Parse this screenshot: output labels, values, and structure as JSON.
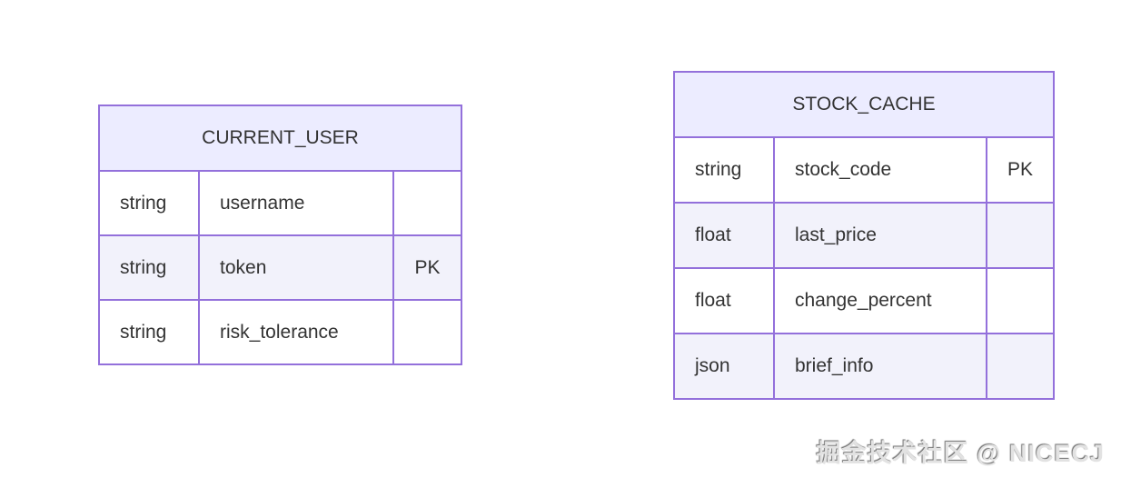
{
  "diagram": {
    "type": "entity-relationship",
    "colors": {
      "border": "#9370DB",
      "header_bg": "#ECECFF",
      "row_odd_bg": "#ffffff",
      "row_even_bg": "#f2f2fb",
      "text": "#333333"
    },
    "entities": [
      {
        "name": "CURRENT_USER",
        "attributes": [
          {
            "type": "string",
            "name": "username",
            "key": ""
          },
          {
            "type": "string",
            "name": "token",
            "key": "PK"
          },
          {
            "type": "string",
            "name": "risk_tolerance",
            "key": ""
          }
        ]
      },
      {
        "name": "STOCK_CACHE",
        "attributes": [
          {
            "type": "string",
            "name": "stock_code",
            "key": "PK"
          },
          {
            "type": "float",
            "name": "last_price",
            "key": ""
          },
          {
            "type": "float",
            "name": "change_percent",
            "key": ""
          },
          {
            "type": "json",
            "name": "brief_info",
            "key": ""
          }
        ]
      }
    ]
  },
  "watermark": {
    "text": "掘金技术社区 @ NICECJ"
  }
}
